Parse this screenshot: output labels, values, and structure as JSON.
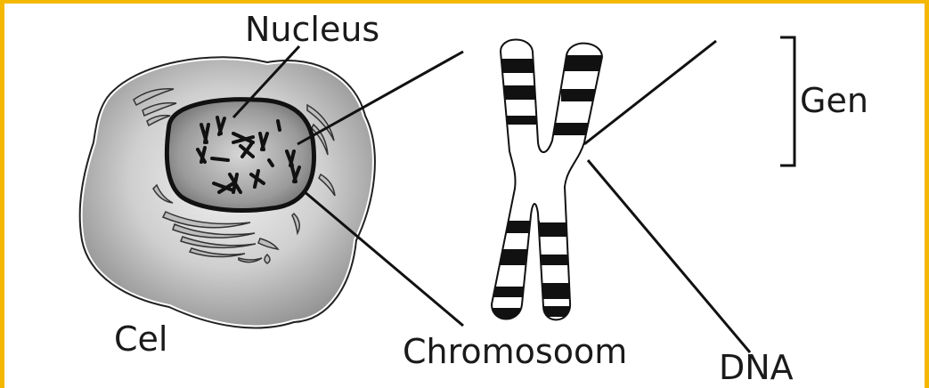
{
  "labels": {
    "nucleus": "Nucleus",
    "cell": "Cel",
    "chromosome": "Chromosoom",
    "dna": "DNA",
    "gene": "Gen"
  },
  "colors": {
    "frame": "#f5b800",
    "ink": "#1a1a1a"
  }
}
